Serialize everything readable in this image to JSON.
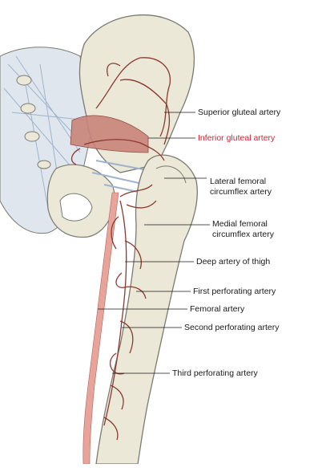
{
  "labels": {
    "superior_gluteal": "Superior gluteal artery",
    "inferior_gluteal": "Inferior gluteal artery",
    "lateral_circumflex_1": "Lateral femoral",
    "lateral_circumflex_2": "circumflex artery",
    "medial_circumflex_1": "Medial femoral",
    "medial_circumflex_2": "circumflex artery",
    "deep_artery": "Deep artery of thigh",
    "first_perforating": "First perforating artery",
    "femoral": "Femoral artery",
    "second_perforating": "Second perforating artery",
    "third_perforating": "Third perforating artery"
  },
  "colors": {
    "highlight_label": "#d9232e",
    "label": "#1a1a1a",
    "bone_fill": "#ebe8d8",
    "bone_outline": "#7a7a70",
    "artery": "#8b3a2f",
    "femoral_artery": "#e8a49a",
    "muscle": "#c9857a",
    "ligament": "#c9d6e6"
  }
}
